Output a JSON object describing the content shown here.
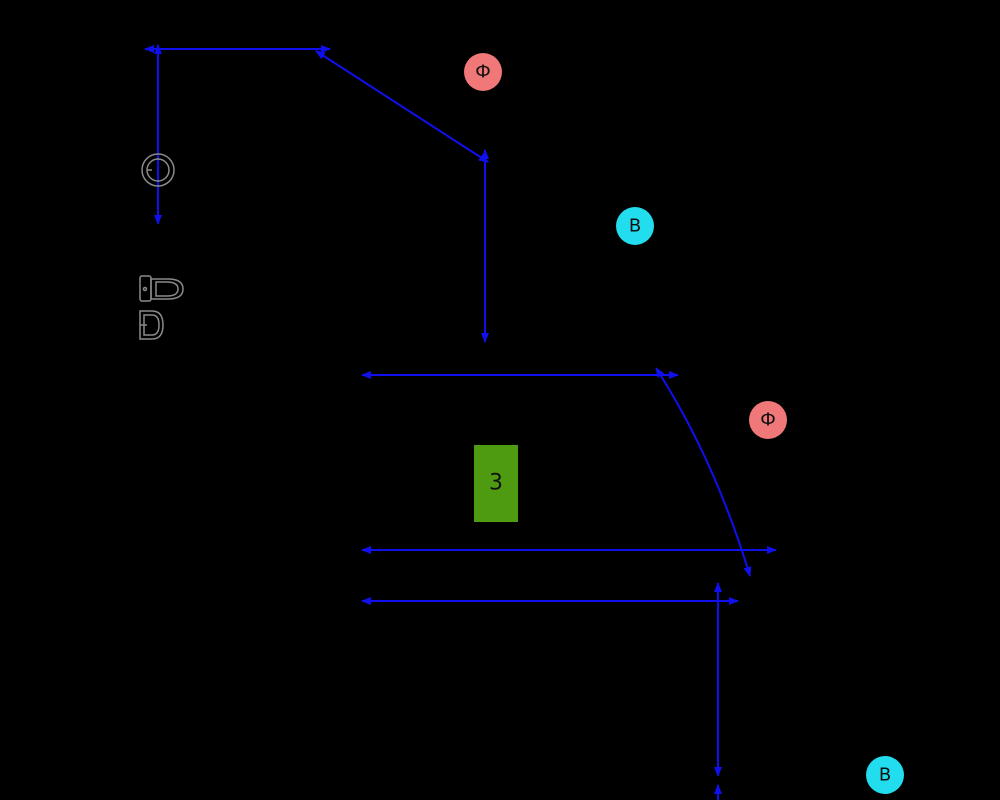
{
  "colors": {
    "background": "#000000",
    "pipe": "#1010ee",
    "fixture_stroke": "#8a8a8a",
    "badge_hot": "#f07878",
    "badge_cold": "#22ddee",
    "room_fill": "#4e9a10",
    "label_text": "#111111"
  },
  "badges": [
    {
      "id": "phi-top",
      "label": "Ф",
      "kind": "hot"
    },
    {
      "id": "b-top",
      "label": "В",
      "kind": "cold"
    },
    {
      "id": "phi-mid",
      "label": "Ф",
      "kind": "hot"
    },
    {
      "id": "b-bottom",
      "label": "В",
      "kind": "cold"
    }
  ],
  "room_tag": {
    "label": "3"
  },
  "fixtures": [
    {
      "id": "floor-drain",
      "icon": "floor-drain-icon"
    },
    {
      "id": "toilet",
      "icon": "toilet-icon"
    },
    {
      "id": "washbasin",
      "icon": "washbasin-icon"
    }
  ]
}
